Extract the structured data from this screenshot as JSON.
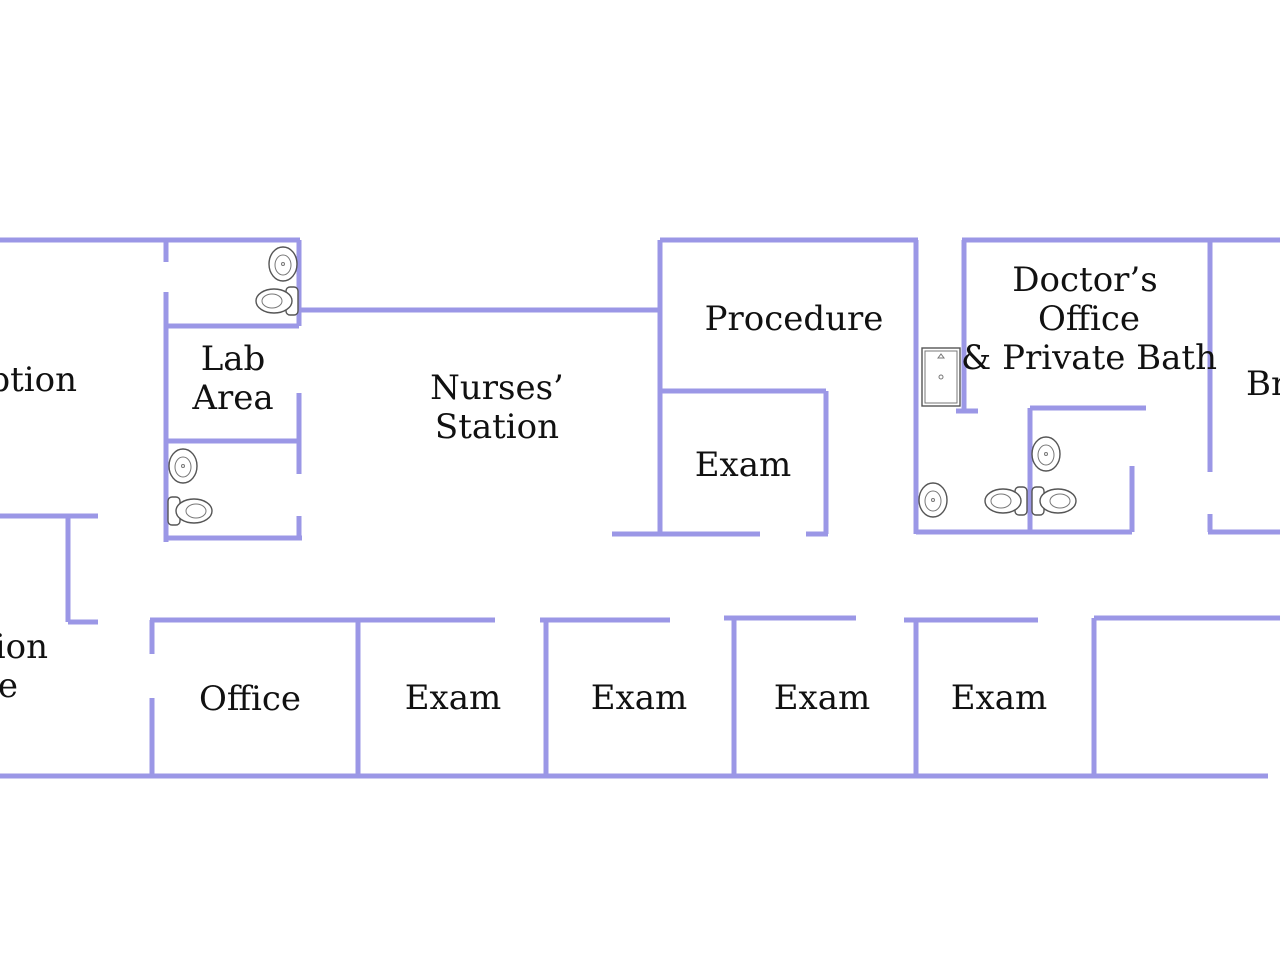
{
  "floor_plan": {
    "wall_color": "#9b97e6",
    "rooms": {
      "reception": {
        "line1": "ption"
      },
      "lab_area": {
        "line1": "Lab",
        "line2": "Area"
      },
      "nurses_station": {
        "line1": "Nurses’",
        "line2": "Station"
      },
      "procedure": {
        "line1": "Procedure"
      },
      "exam_upper": {
        "line1": "Exam"
      },
      "doctors_office": {
        "line1": "Doctor’s",
        "line2": "Office",
        "line3": "& Private Bath"
      },
      "break_room": {
        "line1": "Br"
      },
      "left_lower": {
        "line1": "ion",
        "line2": "e"
      },
      "office": {
        "line1": "Office"
      },
      "exam_1": {
        "line1": "Exam"
      },
      "exam_2": {
        "line1": "Exam"
      },
      "exam_3": {
        "line1": "Exam"
      },
      "exam_4": {
        "line1": "Exam"
      }
    },
    "fixtures": [
      "sink-icon",
      "toilet-icon",
      "shower-icon"
    ]
  }
}
